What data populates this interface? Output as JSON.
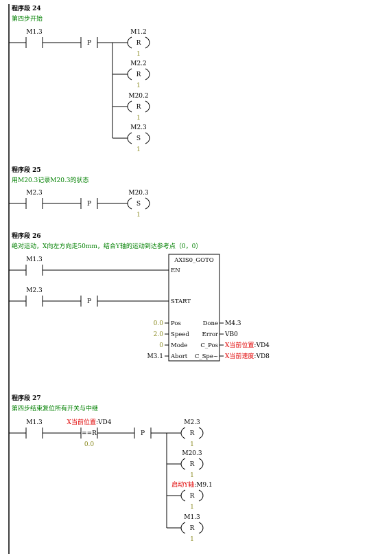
{
  "networks": {
    "n24": {
      "title": "程序段 24",
      "comment": "第四步开始",
      "contact": "M1.3",
      "p_label": "P",
      "coils": [
        {
          "addr": "M1.2",
          "op": "R",
          "n": "1"
        },
        {
          "addr": "M2.2",
          "op": "R",
          "n": "1"
        },
        {
          "addr": "M20.2",
          "op": "R",
          "n": "1"
        },
        {
          "addr": "M2.3",
          "op": "S",
          "n": "1"
        }
      ]
    },
    "n25": {
      "title": "程序段 25",
      "comment": "用M20.3记录M20.3的状态",
      "contact": "M2.3",
      "p_label": "P",
      "coil": {
        "addr": "M20.3",
        "op": "S",
        "n": "1"
      }
    },
    "n26": {
      "title": "程序段 26",
      "comment": "绝对运动，X向左方向走50mm，结合Y轴的运动到达参考点（0，0）",
      "contact1": "M1.3",
      "contact2": "M2.3",
      "p_label": "P",
      "block": {
        "name": "AXIS0_GOTO",
        "en": "EN",
        "start": "START",
        "inputs": [
          {
            "pin": "Pos",
            "value": "0.0"
          },
          {
            "pin": "Speed",
            "value": "2.0"
          },
          {
            "pin": "Mode",
            "value": "0"
          },
          {
            "pin": "Abort",
            "value": "M3.1"
          }
        ],
        "outputs": [
          {
            "pin": "Done",
            "symbol": "",
            "addr": "M4.3"
          },
          {
            "pin": "Error",
            "symbol": "",
            "addr": "VB0"
          },
          {
            "pin": "C_Pos",
            "symbol": "X当前位置",
            "addr": ":VD4"
          },
          {
            "pin": "C_Spe~",
            "symbol": "X当前速度",
            "addr": ":VD8"
          }
        ]
      }
    },
    "n27": {
      "title": "程序段 27",
      "comment": "第四步结束复位所有开关与中继",
      "contact": "M1.3",
      "compare": {
        "symbol": "X当前位置",
        "addr": ":VD4",
        "op": "==R",
        "value": "0.0"
      },
      "p_label": "P",
      "coils": [
        {
          "symbol": "",
          "addr": "M2.3",
          "op": "R",
          "n": "1"
        },
        {
          "symbol": "",
          "addr": "M20.3",
          "op": "R",
          "n": "1"
        },
        {
          "symbol": "启动Y轴",
          "addr": ":M9.1",
          "op": "R",
          "n": "1"
        },
        {
          "symbol": "",
          "addr": "M1.3",
          "op": "R",
          "n": "1"
        }
      ]
    }
  }
}
